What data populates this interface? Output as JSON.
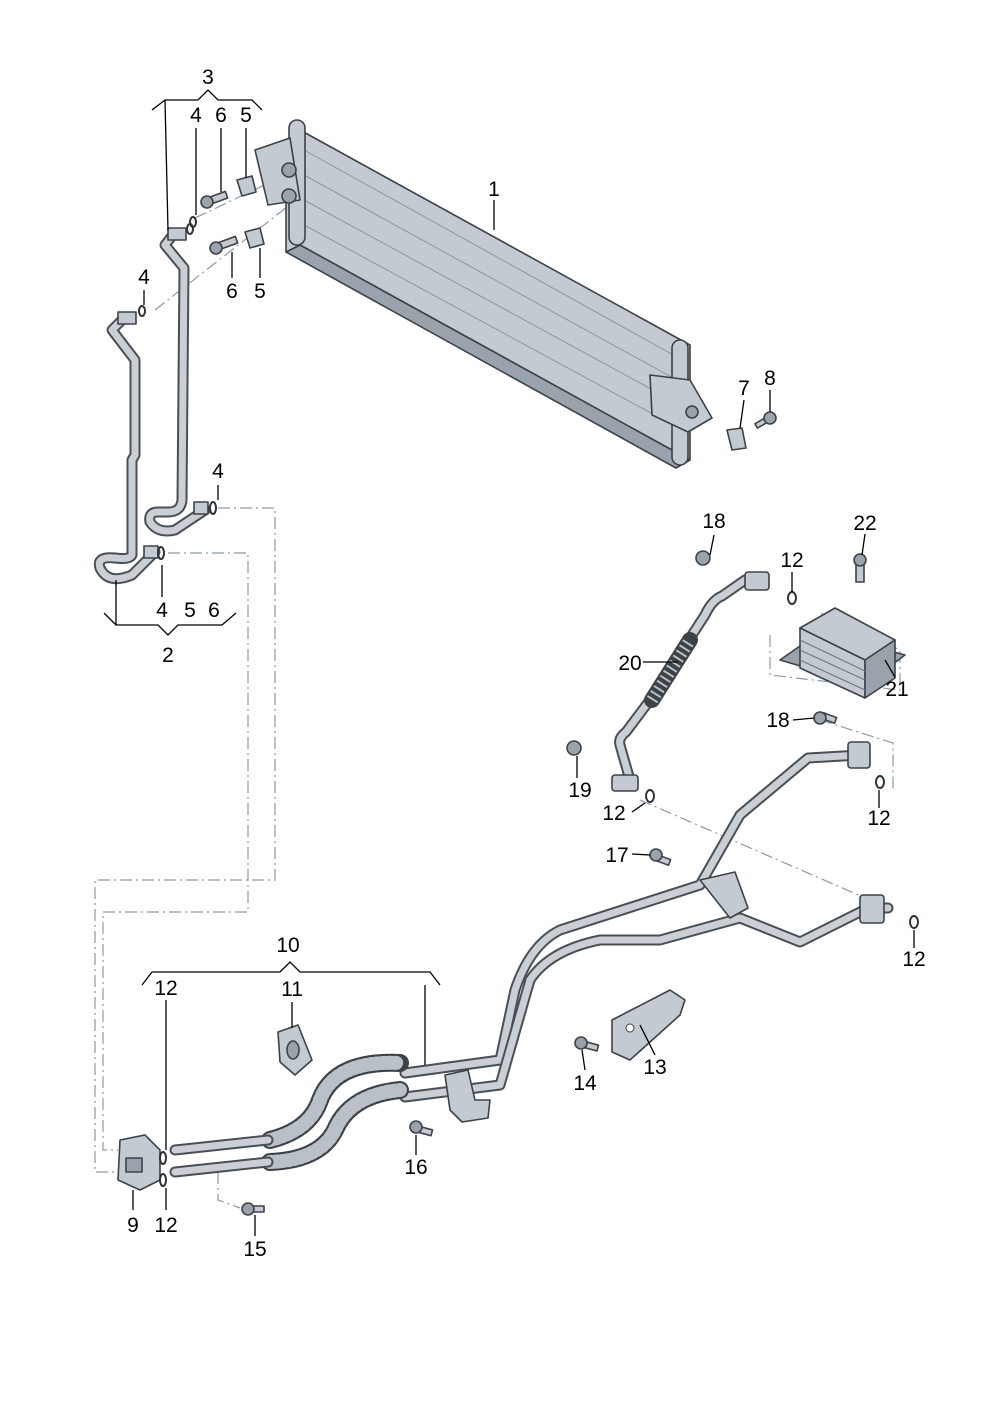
{
  "diagram": {
    "callouts": [
      {
        "id": "c1",
        "text": "1"
      },
      {
        "id": "c2",
        "text": "2"
      },
      {
        "id": "c3",
        "text": "3"
      },
      {
        "id": "c4a",
        "text": "4"
      },
      {
        "id": "c6a",
        "text": "6"
      },
      {
        "id": "c5a",
        "text": "5"
      },
      {
        "id": "c4b",
        "text": "4"
      },
      {
        "id": "c6b",
        "text": "6"
      },
      {
        "id": "c5b",
        "text": "5"
      },
      {
        "id": "c4c",
        "text": "4"
      },
      {
        "id": "c4d",
        "text": "4"
      },
      {
        "id": "c5c",
        "text": "5"
      },
      {
        "id": "c6c",
        "text": "6"
      },
      {
        "id": "c7",
        "text": "7"
      },
      {
        "id": "c8",
        "text": "8"
      },
      {
        "id": "c9",
        "text": "9"
      },
      {
        "id": "c10",
        "text": "10"
      },
      {
        "id": "c11",
        "text": "11"
      },
      {
        "id": "c12a",
        "text": "12"
      },
      {
        "id": "c12b",
        "text": "12"
      },
      {
        "id": "c12c",
        "text": "12"
      },
      {
        "id": "c12d",
        "text": "12"
      },
      {
        "id": "c12e",
        "text": "12"
      },
      {
        "id": "c12f",
        "text": "12"
      },
      {
        "id": "c13",
        "text": "13"
      },
      {
        "id": "c14",
        "text": "14"
      },
      {
        "id": "c15",
        "text": "15"
      },
      {
        "id": "c16",
        "text": "16"
      },
      {
        "id": "c17",
        "text": "17"
      },
      {
        "id": "c18a",
        "text": "18"
      },
      {
        "id": "c18b",
        "text": "18"
      },
      {
        "id": "c19",
        "text": "19"
      },
      {
        "id": "c20",
        "text": "20"
      },
      {
        "id": "c21",
        "text": "21"
      },
      {
        "id": "c22",
        "text": "22"
      }
    ]
  }
}
